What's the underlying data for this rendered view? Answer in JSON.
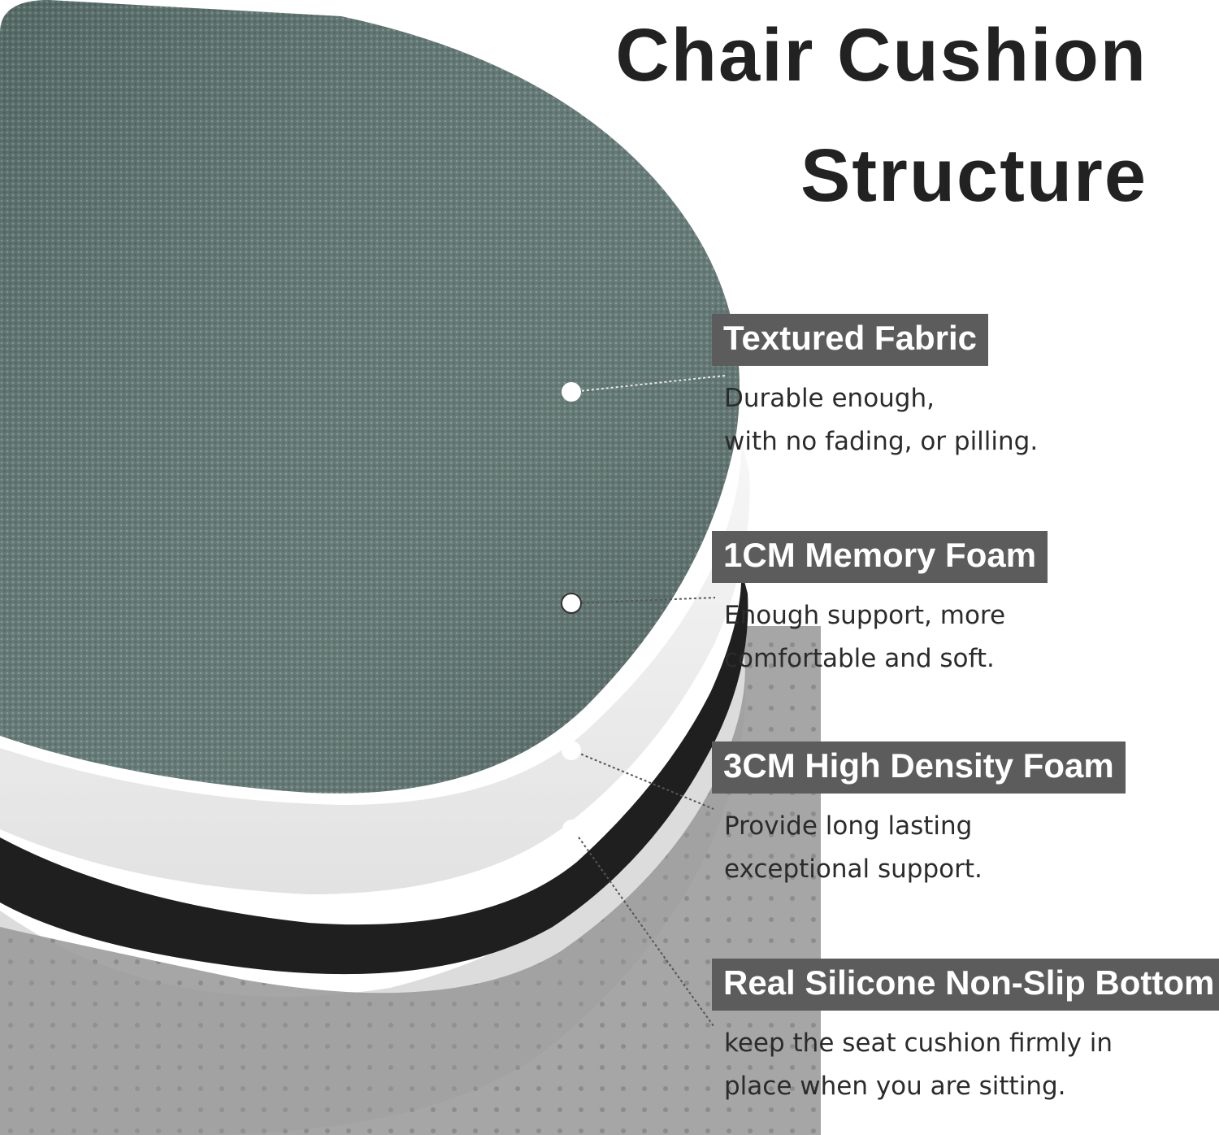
{
  "title": {
    "line1": "Chair Cushion",
    "line2": "Structure"
  },
  "colors": {
    "background": "#ffffff",
    "title_text": "#222222",
    "label_background": "#5c5c5c",
    "label_text": "#ffffff",
    "description_text": "#2b2b2b",
    "fabric": "#5e7470",
    "memory_foam": "#ededed",
    "high_density_foam": "#1f1f1f",
    "silicone_bottom": "#a6a6a6"
  },
  "layers": [
    {
      "label": "Textured Fabric",
      "description": [
        "Durable enough,",
        "with no fading, or pilling."
      ]
    },
    {
      "label": "1CM Memory Foam",
      "description": [
        "Enough support, more",
        "comfortable and soft."
      ]
    },
    {
      "label": "3CM High Density Foam",
      "description": [
        "Provide long lasting",
        "exceptional support."
      ]
    },
    {
      "label": "Real Silicone Non-Slip Bottom",
      "description": [
        "keep the seat cushion firmly in",
        "place when you are sitting."
      ]
    }
  ]
}
